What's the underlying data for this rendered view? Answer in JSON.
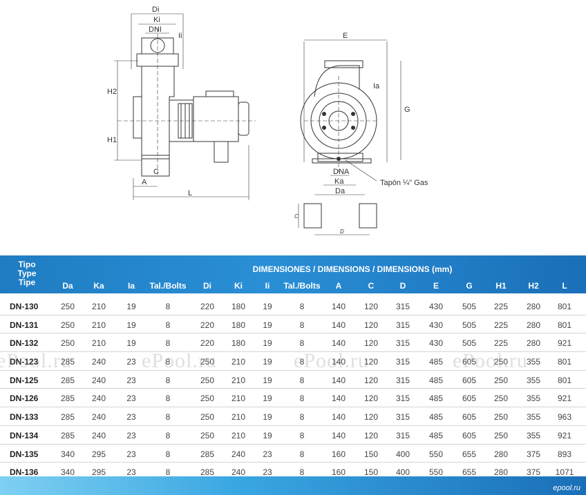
{
  "drawing": {
    "side_labels": {
      "Di": "Di",
      "Ki": "Ki",
      "DNI": "DNI",
      "Ii": "Ii",
      "H2": "H2",
      "H1": "H1",
      "C": "C",
      "A": "A",
      "L": "L"
    },
    "front_labels": {
      "E": "E",
      "Ia": "Ia",
      "G": "G",
      "DNA": "DNA",
      "Ka": "Ka",
      "Da": "Da",
      "plug_note": "Tapón ¼\" Gas"
    },
    "foot_labels": {
      "C": "C",
      "D": "D"
    }
  },
  "table": {
    "tipo_header": [
      "Tipo",
      "Type",
      "Tipe"
    ],
    "dimensions_header": "DIMENSIONES / DIMENSIONS / DIMENSIONS (mm)",
    "columns": [
      "Da",
      "Ka",
      "Ia",
      "Tal./Bolts",
      "Di",
      "Ki",
      "Ii",
      "Tal./Bolts",
      "A",
      "C",
      "D",
      "E",
      "G",
      "H1",
      "H2",
      "L"
    ],
    "rows": [
      {
        "name": "DN-130",
        "values": [
          "250",
          "210",
          "19",
          "8",
          "220",
          "180",
          "19",
          "8",
          "140",
          "120",
          "315",
          "430",
          "505",
          "225",
          "280",
          "801"
        ]
      },
      {
        "name": "DN-131",
        "values": [
          "250",
          "210",
          "19",
          "8",
          "220",
          "180",
          "19",
          "8",
          "140",
          "120",
          "315",
          "430",
          "505",
          "225",
          "280",
          "801"
        ]
      },
      {
        "name": "DN-132",
        "values": [
          "250",
          "210",
          "19",
          "8",
          "220",
          "180",
          "19",
          "8",
          "140",
          "120",
          "315",
          "430",
          "505",
          "225",
          "280",
          "921"
        ]
      },
      {
        "name": "DN-123",
        "values": [
          "285",
          "240",
          "23",
          "8",
          "250",
          "210",
          "19",
          "8",
          "140",
          "120",
          "315",
          "485",
          "605",
          "250",
          "355",
          "801"
        ]
      },
      {
        "name": "DN-125",
        "values": [
          "285",
          "240",
          "23",
          "8",
          "250",
          "210",
          "19",
          "8",
          "140",
          "120",
          "315",
          "485",
          "605",
          "250",
          "355",
          "801"
        ]
      },
      {
        "name": "DN-126",
        "values": [
          "285",
          "240",
          "23",
          "8",
          "250",
          "210",
          "19",
          "8",
          "140",
          "120",
          "315",
          "485",
          "605",
          "250",
          "355",
          "921"
        ]
      },
      {
        "name": "DN-133",
        "values": [
          "285",
          "240",
          "23",
          "8",
          "250",
          "210",
          "19",
          "8",
          "140",
          "120",
          "315",
          "485",
          "605",
          "250",
          "355",
          "963"
        ]
      },
      {
        "name": "DN-134",
        "values": [
          "285",
          "240",
          "23",
          "8",
          "250",
          "210",
          "19",
          "8",
          "140",
          "120",
          "315",
          "485",
          "605",
          "250",
          "355",
          "921"
        ]
      },
      {
        "name": "DN-135",
        "values": [
          "340",
          "295",
          "23",
          "8",
          "285",
          "240",
          "23",
          "8",
          "160",
          "150",
          "400",
          "550",
          "655",
          "280",
          "375",
          "893"
        ]
      },
      {
        "name": "DN-136",
        "values": [
          "340",
          "295",
          "23",
          "8",
          "285",
          "240",
          "23",
          "8",
          "160",
          "150",
          "400",
          "550",
          "655",
          "280",
          "375",
          "1071"
        ]
      }
    ]
  },
  "watermarks": [
    "ePool.ru",
    "ePool.ru",
    "ePool.ru",
    "ePool.ru"
  ],
  "corner_mark": "epool.ru",
  "colors": {
    "header_blue": "#1f7cc2",
    "footer_light": "#7fd0f2",
    "row_line": "#cfd6dd"
  }
}
